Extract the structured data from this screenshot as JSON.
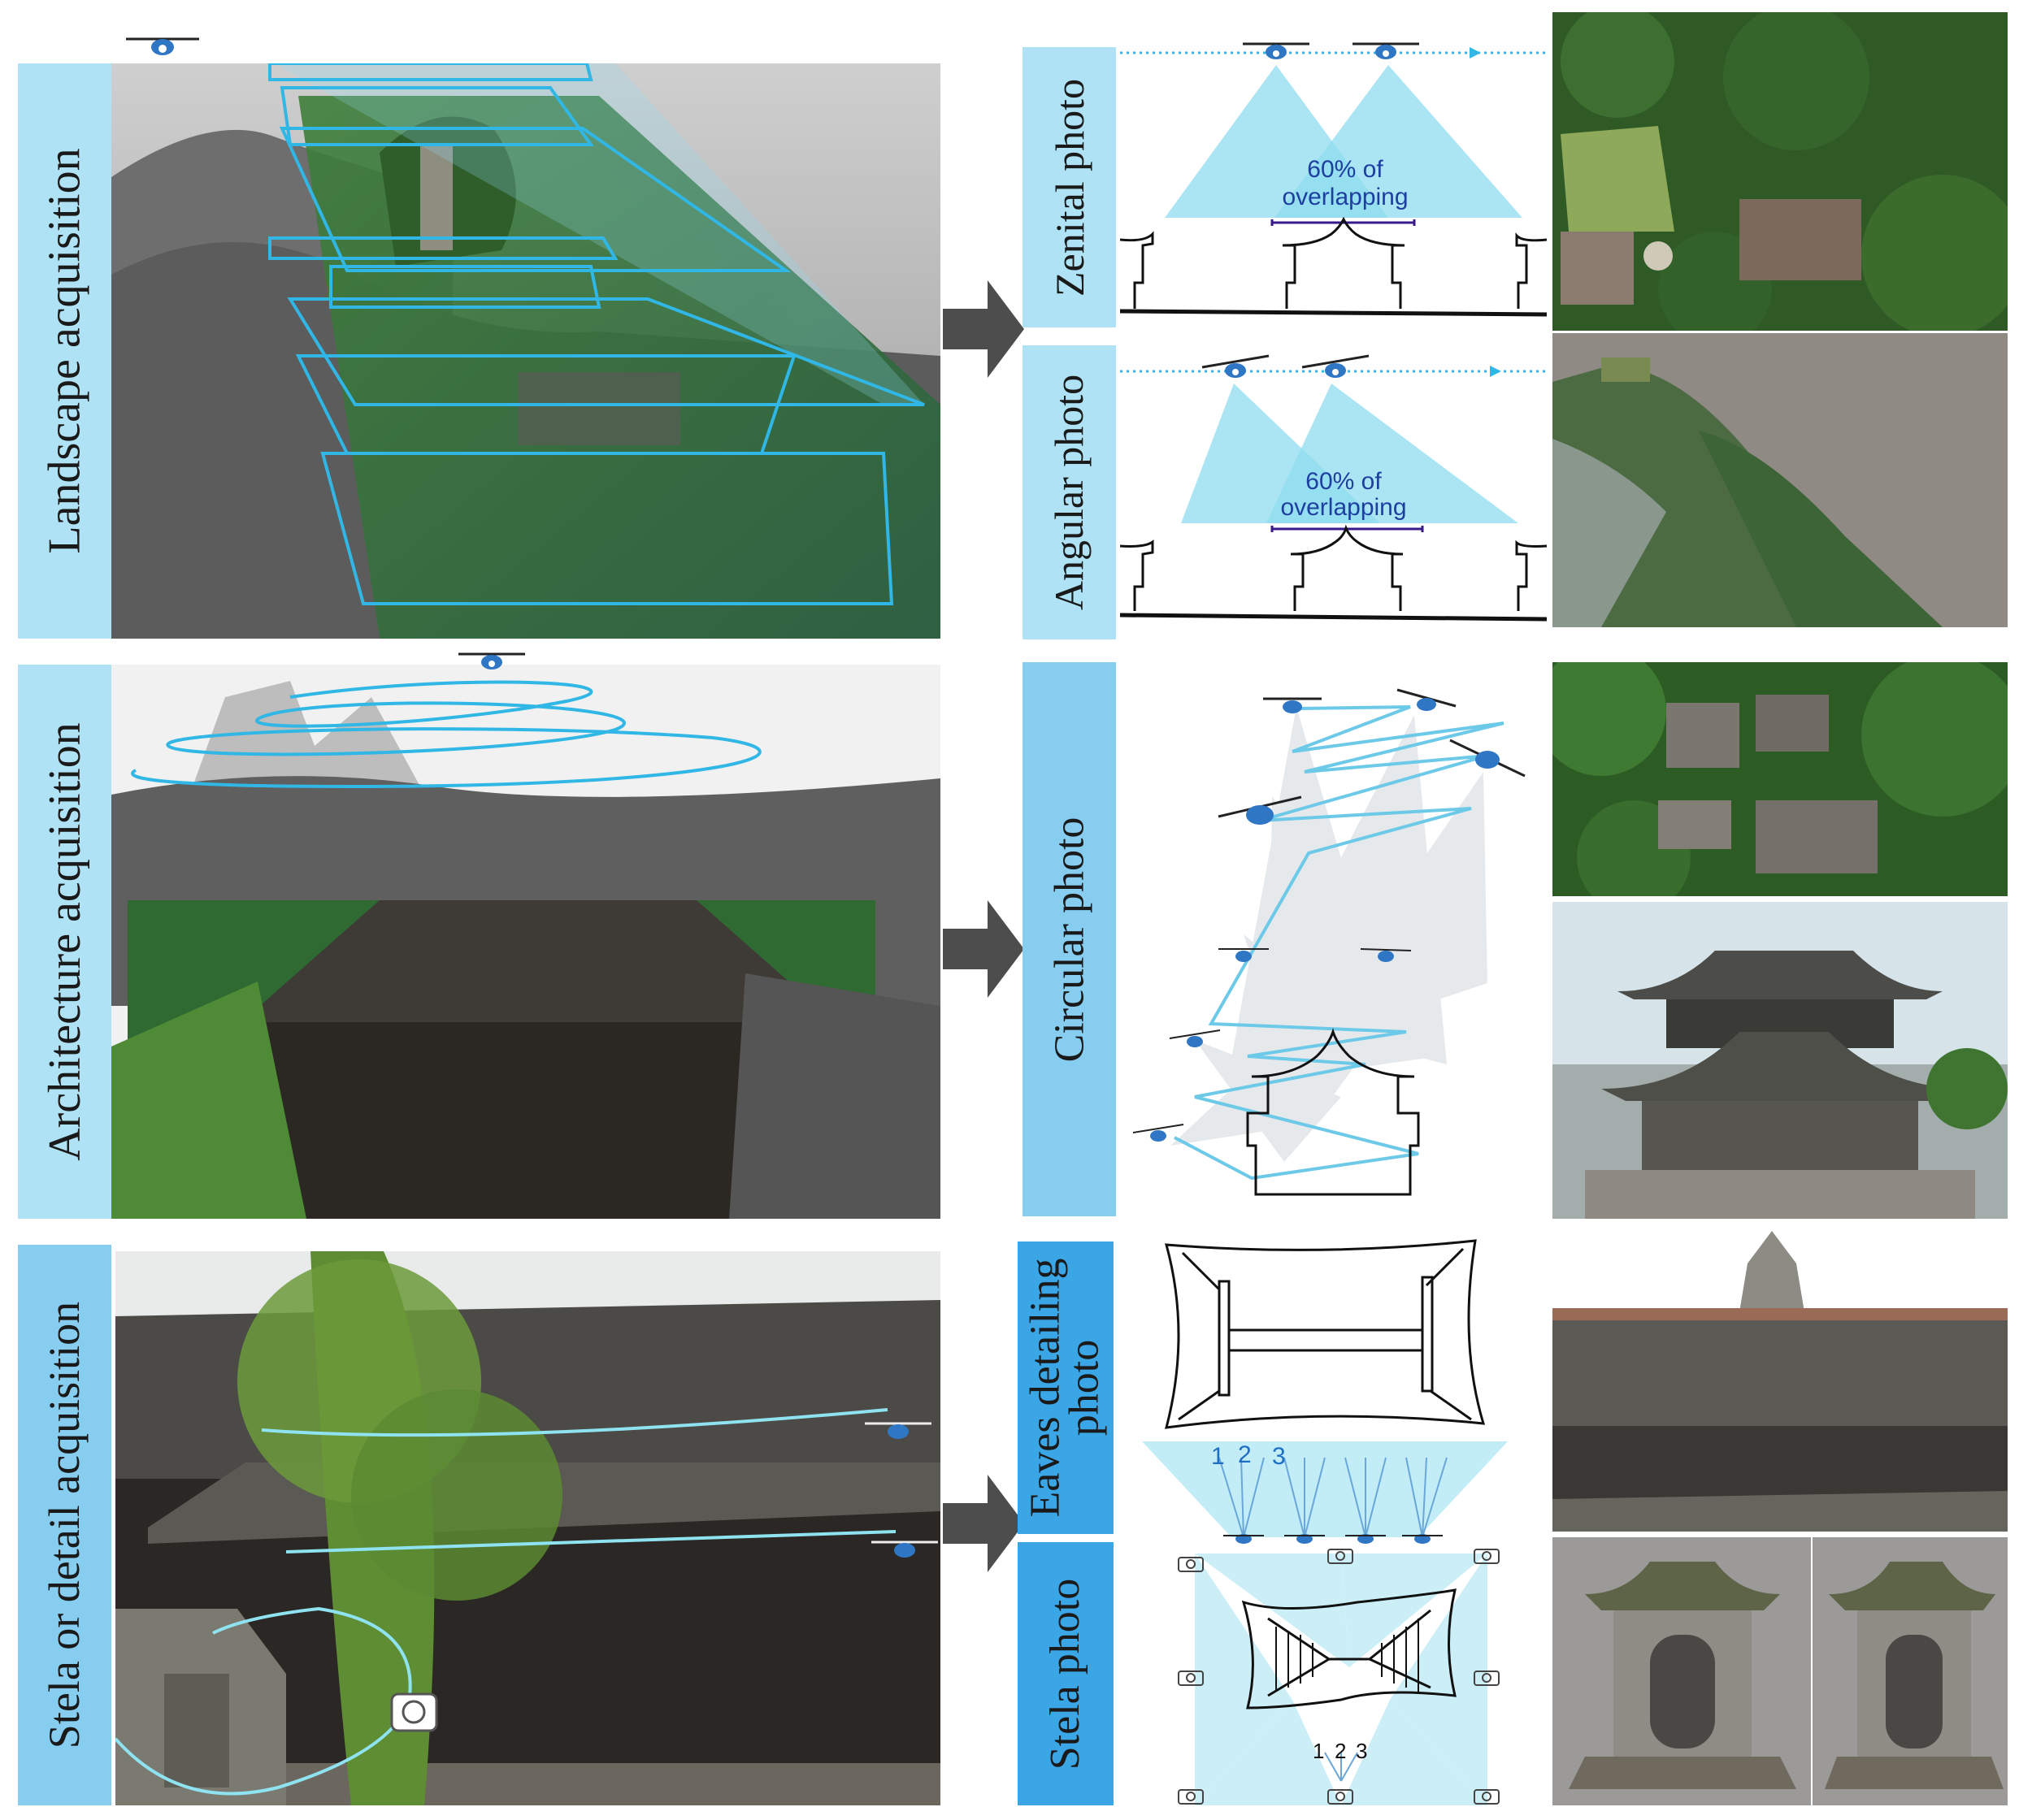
{
  "rows": [
    {
      "label": "Landscape acquisition"
    },
    {
      "label": "Architecture acquisition"
    },
    {
      "label": "Stela or detail acquisition"
    }
  ],
  "methods": {
    "zenital": {
      "label": "Zenital photo",
      "overlap_line1": "60% of",
      "overlap_line2": "overlapping"
    },
    "angular": {
      "label": "Angular photo",
      "overlap_line1": "60% of",
      "overlap_line2": "overlapping"
    },
    "circular": {
      "label": "Circular photo"
    },
    "eaves": {
      "label_line1": "Eaves detailing",
      "label_line2": "photo",
      "num1": "1",
      "num2": "2",
      "num3": "3"
    },
    "stela": {
      "label": "Stela photo",
      "num1": "1",
      "num2": "2",
      "num3": "3"
    }
  },
  "colors": {
    "sidebar_light": "#aee2f4",
    "sidebar_mid": "#86cdf0",
    "sidebar_dark": "#3aa6e6",
    "flight_path": "#31b7e6",
    "cone": "#8fdcef",
    "arrow": "#4d4d4d",
    "overlap_text": "#1d3fa0"
  },
  "icons": [
    "drone-icon",
    "camera-icon",
    "arrow-right-icon"
  ]
}
